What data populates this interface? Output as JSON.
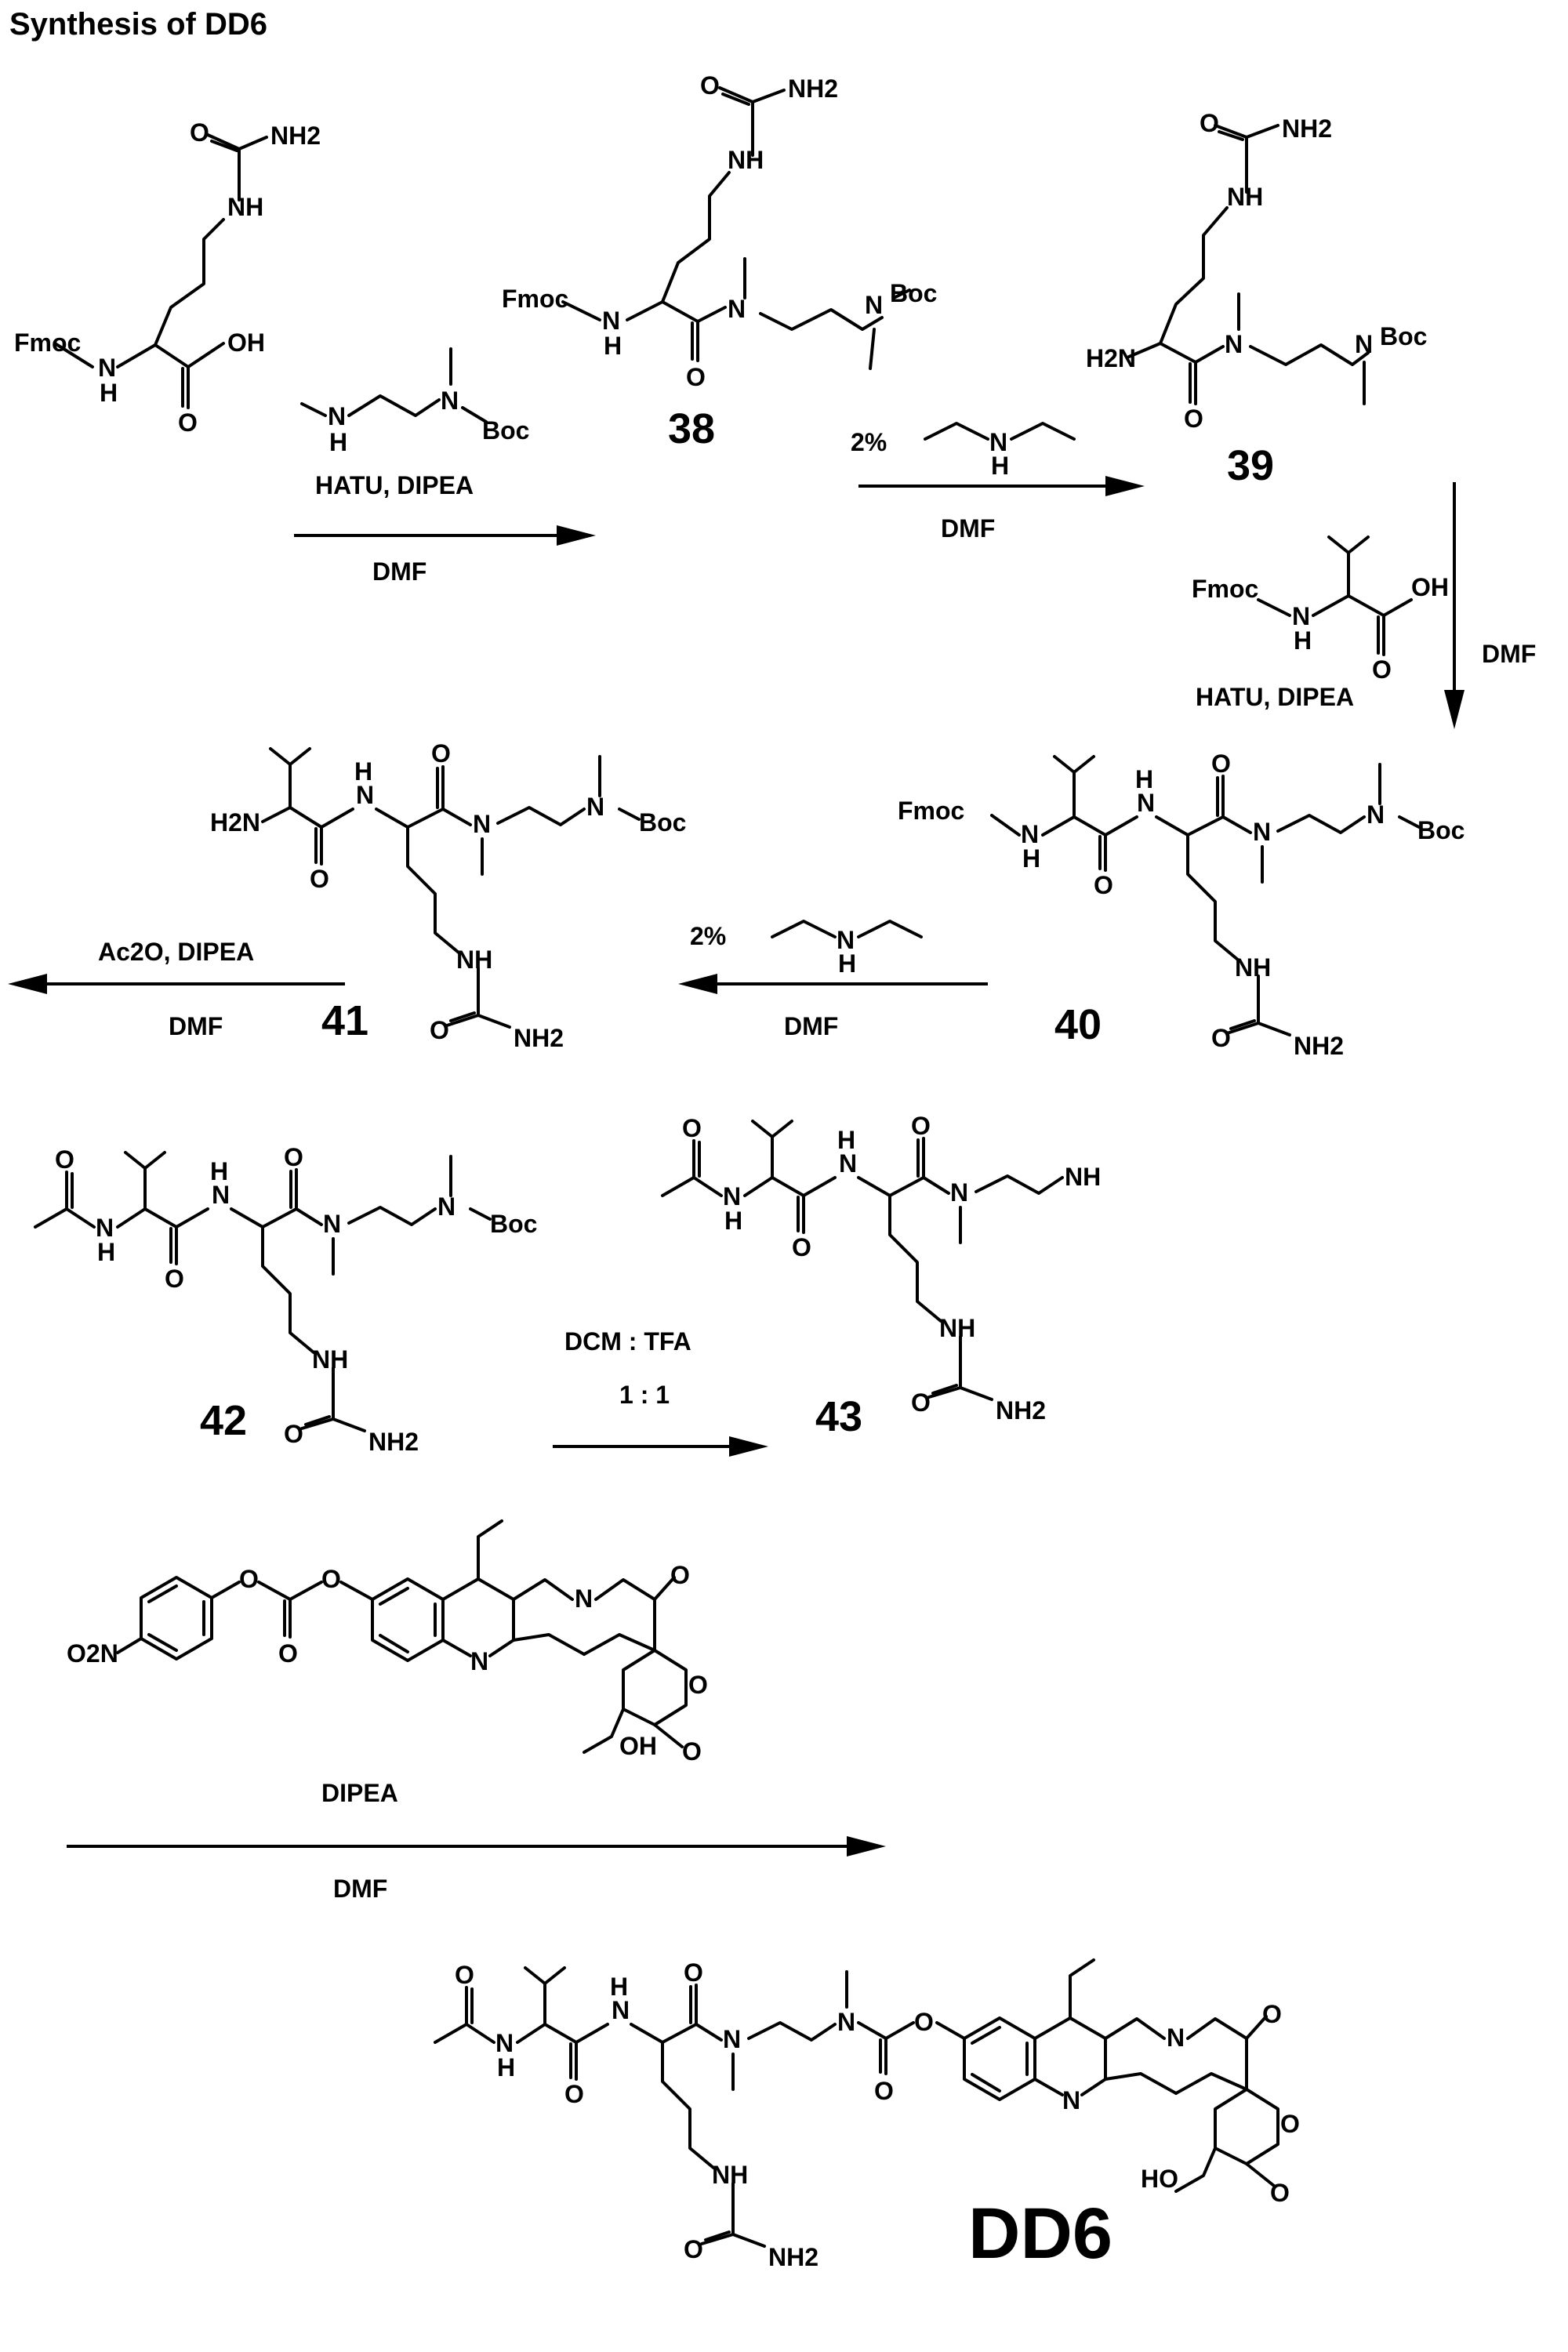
{
  "title": "Synthesis of DD6",
  "compounds": {
    "c38": "38",
    "c39": "39",
    "c40": "40",
    "c41": "41",
    "c42": "42",
    "c43": "43",
    "dd6": "DD6"
  },
  "atoms": {
    "fmoc": "Fmoc",
    "nh": "NH",
    "n": "N",
    "h": "H",
    "boc": "Boc",
    "oh": "OH",
    "o": "O",
    "nh2": "NH2",
    "h2n": "H2N",
    "o2n": "O2N",
    "ho": "HO"
  },
  "steps": {
    "step1_reagent": "HATU, DIPEA",
    "step1_solvent": "DMF",
    "step2_amount": "2%",
    "step2_solvent": "DMF",
    "step3_reagent": "HATU, DIPEA",
    "step3_solvent": "DMF",
    "step4_amount": "2%",
    "step4_solvent": "DMF",
    "step5_reagent": "Ac2O, DIPEA",
    "step5_solvent": "DMF",
    "step6_reagent": "DCM : TFA",
    "step6_ratio": "1 : 1",
    "step7_reagent": "DIPEA",
    "step7_solvent": "DMF"
  }
}
